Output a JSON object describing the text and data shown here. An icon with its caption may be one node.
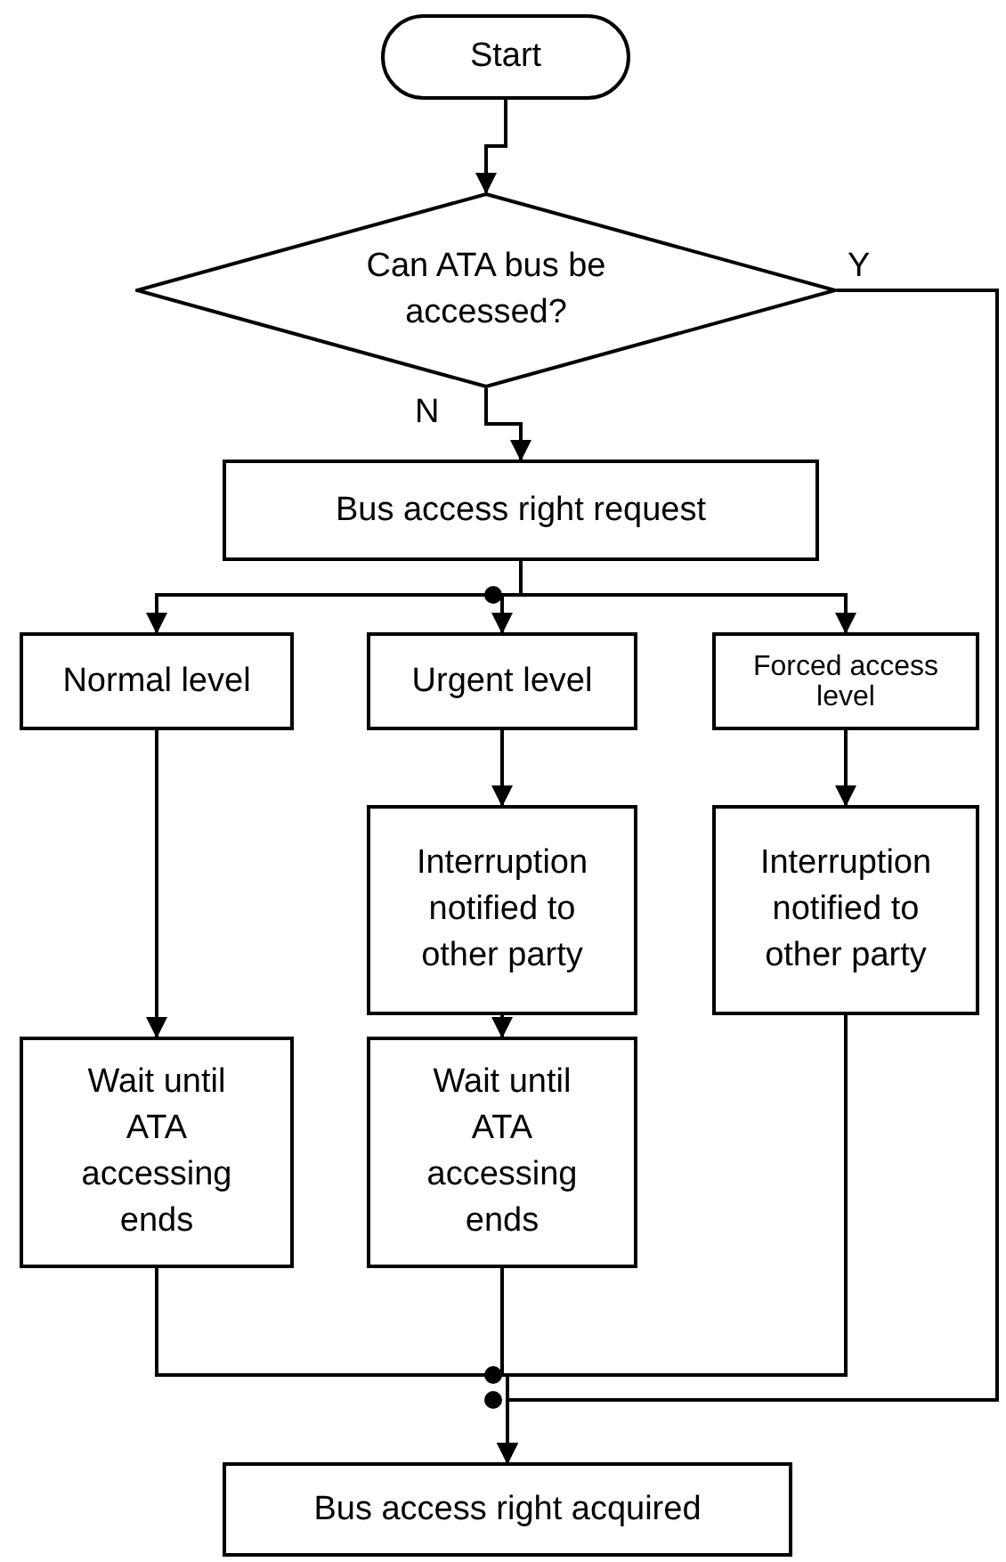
{
  "diagram": {
    "nodes": [
      {
        "text": [
          "Start"
        ]
      },
      {
        "text": [
          "Can ATA bus be accessed?"
        ]
      },
      {
        "text": [
          "Bus access right request"
        ]
      },
      {
        "text": [
          "Normal level"
        ]
      },
      {
        "text": [
          "Urgent level"
        ]
      },
      {
        "text": [
          "Forced access level"
        ]
      },
      {
        "text": [
          "Interruption notified to other party"
        ]
      },
      {
        "text": [
          "Interruption notified to other party"
        ]
      },
      {
        "text": [
          "Wait until ATA accessing ends"
        ]
      },
      {
        "text": [
          "Wait until ATA accessing ends"
        ]
      },
      {
        "text": [
          "Bus access right acquired"
        ]
      }
    ],
    "edges": [
      {
        "from": 0,
        "to": 1,
        "arrow": "to"
      },
      {
        "from": 1,
        "to": 2,
        "arrow": "to",
        "label": "N"
      },
      {
        "from": 1,
        "to": 10,
        "arrow": "to",
        "label": "Y"
      },
      {
        "from": 2,
        "to": 3,
        "arrow": "to"
      },
      {
        "from": 2,
        "to": 4,
        "arrow": "to"
      },
      {
        "from": 2,
        "to": 5,
        "arrow": "to"
      },
      {
        "from": 3,
        "to": 8,
        "arrow": "to"
      },
      {
        "from": 4,
        "to": 6,
        "arrow": "to"
      },
      {
        "from": 6,
        "to": 9,
        "arrow": "to"
      },
      {
        "from": 5,
        "to": 7,
        "arrow": "to"
      },
      {
        "from": 8,
        "to": 10,
        "arrow": "to"
      },
      {
        "from": 9,
        "to": 10,
        "arrow": "to"
      },
      {
        "from": 7,
        "to": 10,
        "arrow": "to"
      }
    ]
  }
}
